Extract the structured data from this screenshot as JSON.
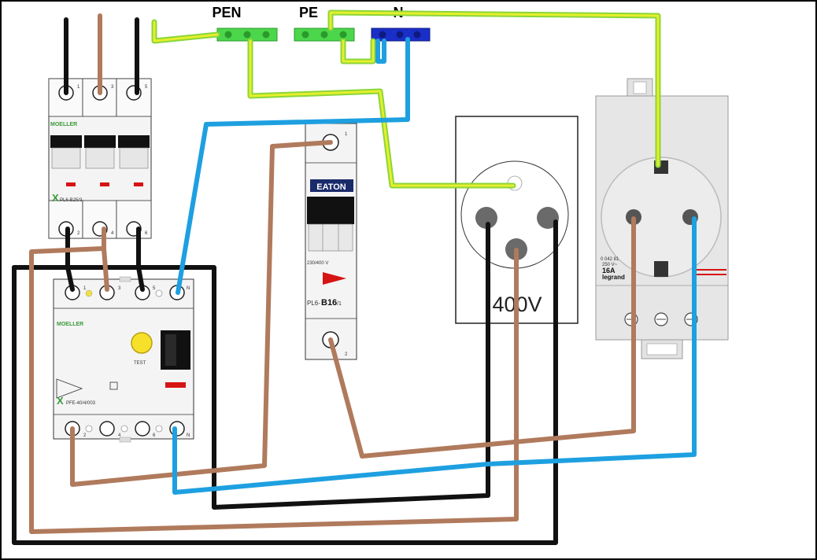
{
  "buses": {
    "pen_label": "PEN",
    "pe_label": "PE",
    "n_label": "N"
  },
  "breaker_3p": {
    "brand": "MOELLER",
    "model": "PL6-B25/3",
    "top_terminals": [
      "1",
      "3",
      "5"
    ],
    "bottom_terminals": [
      "2",
      "4",
      "6"
    ]
  },
  "rcd": {
    "brand": "MOELLER",
    "test_label": "TEST",
    "model": "PFE-40/4/003",
    "top_terminals": [
      "1",
      "3",
      "5",
      "N"
    ],
    "bottom_terminals": [
      "2",
      "4",
      "6",
      "N"
    ]
  },
  "breaker_1p": {
    "brand": "EATON",
    "voltage": "230/400 V",
    "model_prefix": "PL6-",
    "model_rating": "B16",
    "model_suffix": "/1",
    "top_terminal": "1",
    "bottom_terminal": "2"
  },
  "socket_400v": {
    "label": "400V"
  },
  "socket_schuko": {
    "brand": "legrand",
    "rating": "16A",
    "voltage": "250 V~",
    "code": "0 042 81"
  },
  "colors": {
    "phase_black": "#111111",
    "phase_brown": "#b07a5c",
    "neutral_blue": "#1ea0e0",
    "pe_yellow_green": "#c8e63c",
    "pe_bus_green": "#4cd64c",
    "n_bus_blue": "#1a2ec8"
  }
}
